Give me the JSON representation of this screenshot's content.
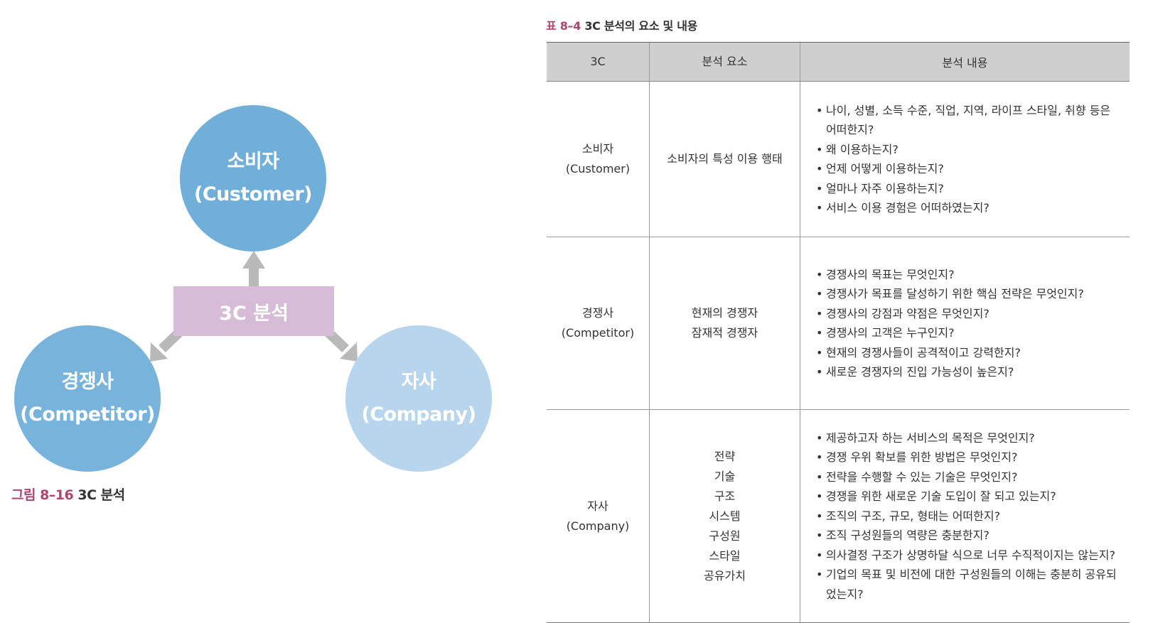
{
  "diagram": {
    "center": "3C 분석",
    "customer": {
      "name": "소비자",
      "en": "(Customer)"
    },
    "competitor": {
      "name": "경쟁사",
      "en": "(Competitor)"
    },
    "company": {
      "name": "자사",
      "en": "(Company)"
    },
    "colors": {
      "customer": "#6fafd9",
      "competitor": "#78b3dc",
      "company": "#b7d5ec",
      "center": "#d6bcd6",
      "arrow": "#b9b9b9",
      "caption_number": "#b04670"
    }
  },
  "figure_caption": {
    "number": "그림 8–16",
    "title": "3C 분석"
  },
  "table_caption": {
    "number": "표 8–4",
    "title": "3C 분석의 요소 및 내용"
  },
  "table": {
    "headers": [
      "3C",
      "분석 요소",
      "분석 내용"
    ],
    "rows": [
      {
        "c_name": "소비자",
        "c_en": "(Customer)",
        "elements": [
          "소비자의 특성 이용 행태"
        ],
        "contents": [
          "나이, 성별, 소득 수준, 직업, 지역, 라이프 스타일, 취향 등은 어떠한지?",
          "왜 이용하는지?",
          "언제 어떻게 이용하는지?",
          "얼마나 자주 이용하는지?",
          "서비스 이용 경험은 어떠하였는지?"
        ]
      },
      {
        "c_name": "경쟁사",
        "c_en": "(Competitor)",
        "elements": [
          "현재의 경쟁자",
          "잠재적 경쟁자"
        ],
        "contents": [
          "경쟁사의 목표는 무엇인지?",
          "경쟁사가 목표를 달성하기 위한 핵심 전략은 무엇인지?",
          "경쟁사의 강점과 약점은 무엇인지?",
          "경쟁사의 고객은 누구인지?",
          "현재의 경쟁사들이 공격적이고 강력한지?",
          "새로운 경쟁자의 진입 가능성이 높은지?"
        ]
      },
      {
        "c_name": "자사",
        "c_en": "(Company)",
        "elements": [
          "전략",
          "기술",
          "구조",
          "시스템",
          "구성원",
          "스타일",
          "공유가치"
        ],
        "contents": [
          "제공하고자 하는 서비스의 목적은 무엇인지?",
          "경쟁 우위 확보를 위한 방법은 무엇인지?",
          "전략을 수행할 수 있는 기술은 무엇인지?",
          "경쟁을 위한 새로운 기술 도입이 잘 되고 있는지?",
          "조직의 구조, 규모, 형태는 어떠한지?",
          "조직 구성원들의 역량은 충분한지?",
          "의사결정 구조가 상명하달 식으로 너무 수직적이지는 않는지?",
          "기업의 목표 및 비전에 대한 구성원들의 이해는 충분히 공유되었는지?"
        ]
      }
    ]
  }
}
